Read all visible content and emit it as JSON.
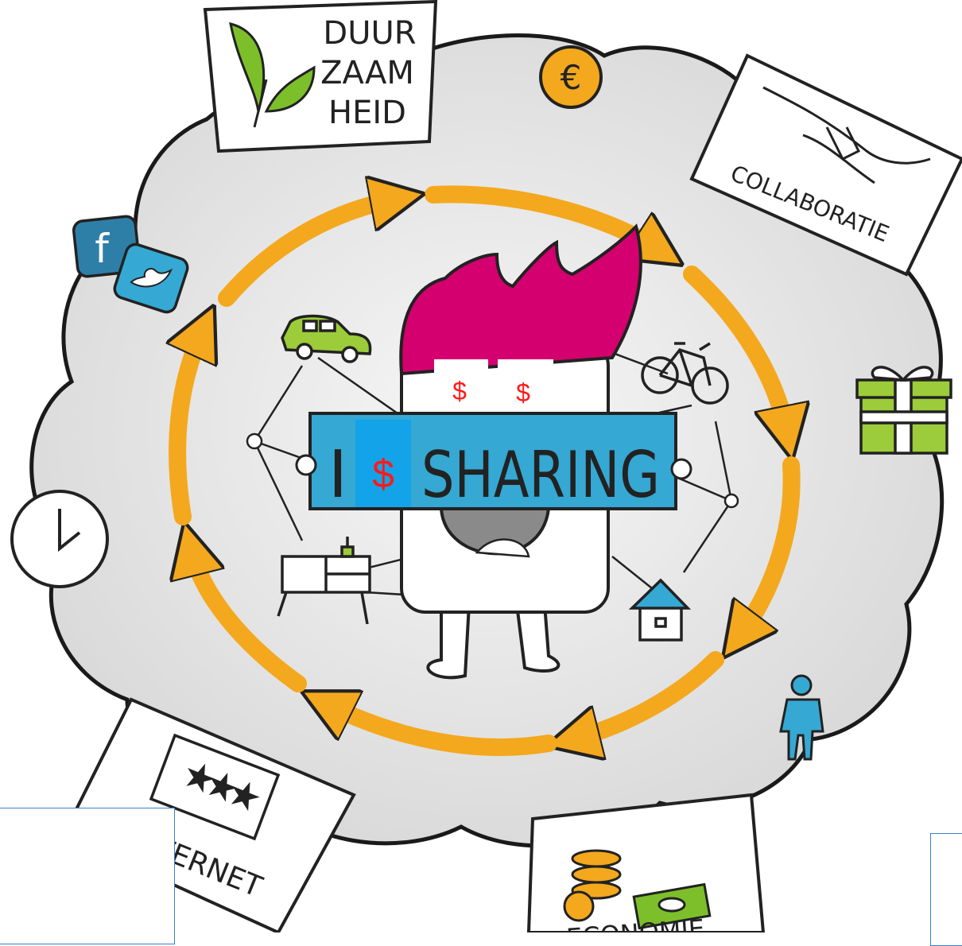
{
  "cards": {
    "duurzaamheid": [
      "DUUR",
      "ZAAM",
      "HEID"
    ],
    "collaboratie": "COLLABORATIE",
    "internet": "INTERNET",
    "economie": "ECONOMIE"
  },
  "banner": {
    "i": "I",
    "heart_replacement": "$",
    "word": "SHARING"
  },
  "eyes": {
    "left": "$",
    "right": "$"
  },
  "colors": {
    "cloud": "#e6e6e6",
    "arrow": "#f4a81d",
    "banner": "#35a8d4",
    "hair": "#d4006f",
    "leaf": "#7cbf2a",
    "dollar": "#ff1a1a",
    "box_border": "#3a7fd0"
  },
  "icons": [
    "leaf-icon",
    "euro-coin-icon",
    "handshake-icon",
    "gift-icon",
    "person-icon",
    "coins-icon",
    "laptop-icon",
    "clock-icon",
    "facebook-icon",
    "twitter-icon",
    "car-icon",
    "bicycle-icon",
    "house-icon",
    "desk-icon"
  ]
}
